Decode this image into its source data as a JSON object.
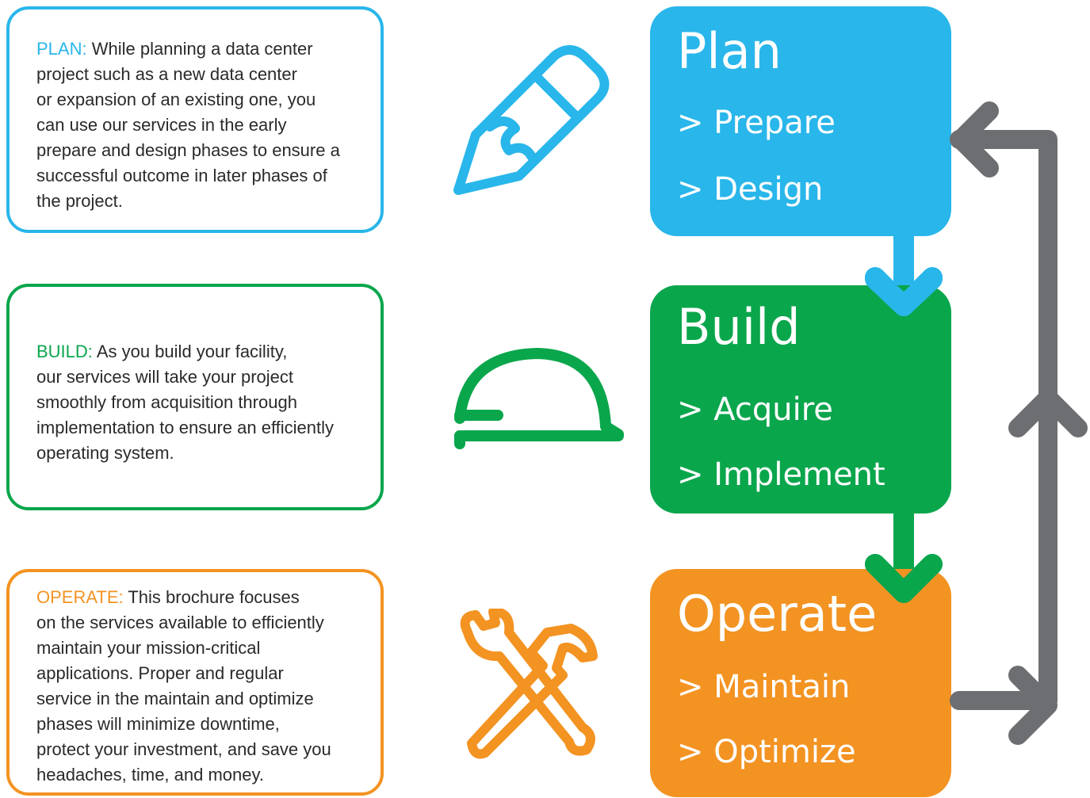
{
  "colors": {
    "plan": "#29b6ea",
    "build": "#0aa64c",
    "operate": "#f39322",
    "cycle_arrow": "#6d6e71",
    "text": "#2a2a2a"
  },
  "descriptions": {
    "plan": {
      "label": "PLAN:",
      "lines": [
        "While planning a data center",
        "project such as a new data center",
        "or expansion of an existing one, you",
        "can use our services in the early",
        "prepare and design phases to ensure a",
        "successful outcome in later phases of",
        "the project."
      ]
    },
    "build": {
      "label": "BUILD:",
      "lines": [
        "As you build your facility,",
        "our services will take your project",
        "smoothly from acquisition through",
        "implementation to ensure an efficiently",
        "operating system."
      ]
    },
    "operate": {
      "label": "OPERATE:",
      "lines": [
        "This brochure focuses",
        "on the services available to efficiently",
        "maintain your mission-critical",
        "applications. Proper and regular",
        "service in the maintain and optimize",
        "phases will minimize downtime,",
        "protect your investment, and save you",
        "headaches, time, and money."
      ]
    }
  },
  "icons": {
    "plan": "pencil-icon",
    "build": "hard-hat-icon",
    "operate": "wrench-hammer-icon"
  },
  "phases": {
    "plan": {
      "title": "Plan",
      "steps": [
        "> Prepare",
        "> Design"
      ]
    },
    "build": {
      "title": "Build",
      "steps": [
        "> Acquire",
        "> Implement"
      ]
    },
    "operate": {
      "title": "Operate",
      "steps": [
        "> Maintain",
        "> Optimize"
      ]
    }
  }
}
